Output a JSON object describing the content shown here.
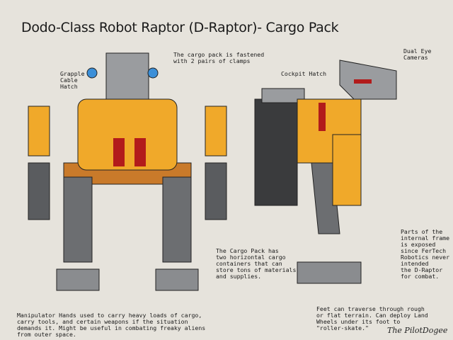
{
  "title": "Dodo-Class Robot Raptor (D-Raptor)- Cargo Pack",
  "annotations": {
    "grapple": "Grapple\nCable\nHatch",
    "cargo_fastened": "The cargo pack is fastened\nwith 2 pairs of clamps",
    "cockpit": "Cockpit Hatch",
    "cameras": "Dual Eye\nCameras",
    "cargo_pack": "The Cargo Pack has\ntwo horizontal cargo\ncontainers that can\nstore tons of materials\nand supplies.",
    "frame": "Parts of the\ninternal frame\nis exposed\nsince FerTech\nRobotics never\nintended\nthe D-Raptor\nfor combat.",
    "hands": "Manipulator Hands used to carry heavy loads of cargo,\ncarry tools, and certain weapons if the situation\ndemands it. Might be useful in combating freaky aliens\nfrom outer space.",
    "feet": "Feet can traverse through rough\nor flat terrain. Can deploy Land\nWheels under its foot to\n\"roller-skate.\""
  },
  "signature": "The PilotDogee",
  "colors": {
    "background": "#e6e3dc",
    "yellow": "#f0a92a",
    "gray": "#8a8c8f",
    "dark": "#3a3b3d",
    "red": "#b21b1b",
    "blue": "#3b8fd8"
  }
}
